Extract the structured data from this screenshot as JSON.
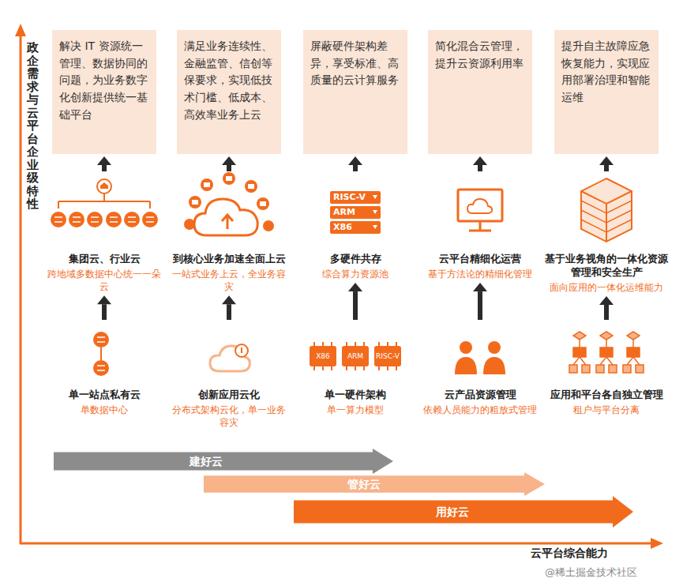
{
  "diagram": {
    "nodes": [
      {
        "text": [
          "解决 IT 资源统一管理、数据协同的问题，为业务数字化创新提供统一基础平台"
        ]
      },
      {
        "text": [
          "满足业务连续性、金融监管、信创等保要求，实现低技术门槛、低成本、高效率业务上云"
        ]
      },
      {
        "text": [
          "屏蔽硬件架构差异，享受标准、高质量的云计算服务"
        ]
      },
      {
        "text": [
          "简化混合云管理，提升云资源利用率"
        ]
      },
      {
        "text": [
          "提升自主故障应急恢复能力，实现应用部署治理和智能运维"
        ]
      },
      {
        "text": [
          "集团云、行业云",
          "跨地域多数据中心统一一朵云"
        ]
      },
      {
        "text": [
          "到核心业务加速全面上云",
          "一站式业务上云，全业务容灾"
        ]
      },
      {
        "text": [
          "多硬件共存",
          "综合算力资源池"
        ]
      },
      {
        "text": [
          "云平台精细化运营",
          "基于方法论的精细化管理"
        ]
      },
      {
        "text": [
          "基于业务视角的一体化资源管理和安全生产",
          "面向应用的一体化运维能力"
        ]
      },
      {
        "text": [
          "单一站点私有云",
          "单数据中心"
        ]
      },
      {
        "text": [
          "创新应用云化",
          "分布式架构云化，单一业务容灾"
        ]
      },
      {
        "text": [
          "单一硬件架构",
          "单一算力模型"
        ]
      },
      {
        "text": [
          "云产品资源管理",
          "依赖人员能力的粗放式管理"
        ]
      },
      {
        "text": [
          "应用和平台各自独立管理",
          "租户与平台分离"
        ]
      },
      {
        "text": [
          "建好云"
        ]
      },
      {
        "text": [
          "管好云"
        ]
      },
      {
        "text": [
          "用好云"
        ]
      }
    ],
    "edges": [
      {
        "from": 10,
        "to": 5,
        "arrow": "to"
      },
      {
        "from": 11,
        "to": 6,
        "arrow": "to"
      },
      {
        "from": 12,
        "to": 7,
        "arrow": "to"
      },
      {
        "from": 13,
        "to": 8,
        "arrow": "to"
      },
      {
        "from": 14,
        "to": 9,
        "arrow": "to"
      },
      {
        "from": 5,
        "to": 0,
        "arrow": "to"
      },
      {
        "from": 6,
        "to": 1,
        "arrow": "to"
      },
      {
        "from": 7,
        "to": 2,
        "arrow": "to"
      },
      {
        "from": 8,
        "to": 3,
        "arrow": "to"
      },
      {
        "from": 9,
        "to": 4,
        "arrow": "to"
      }
    ],
    "labels": [
      "政企需求与云平台企业级特性",
      "RISC-V",
      "ARM",
      "X86",
      "X86",
      "ARM",
      "RISC-V",
      "云平台综合能力",
      "@稀土掘金技术社区"
    ]
  }
}
